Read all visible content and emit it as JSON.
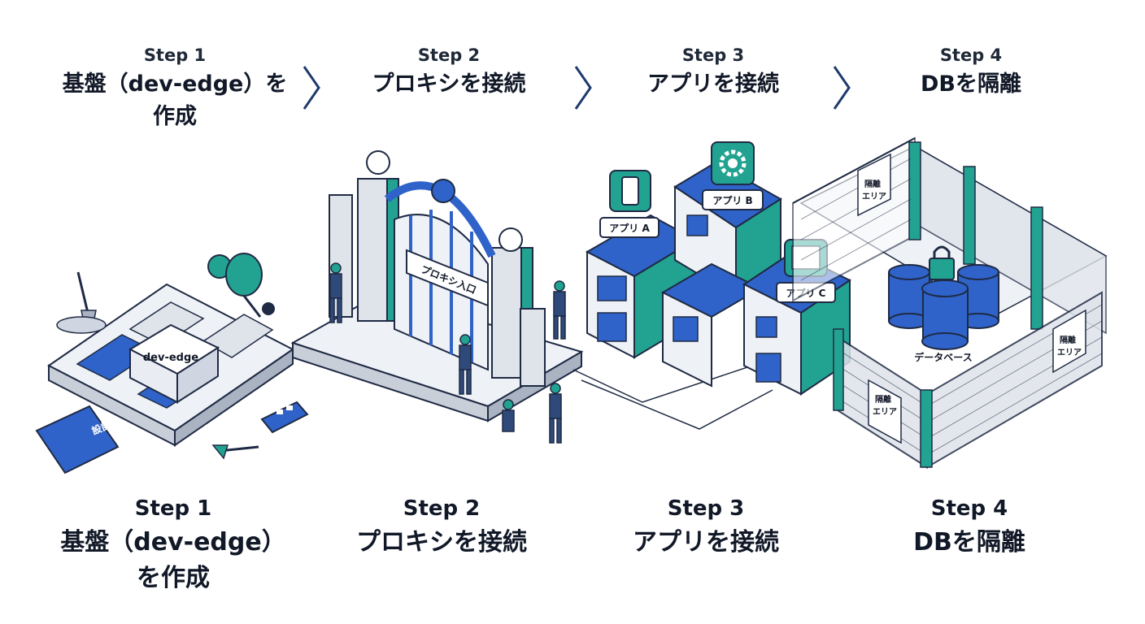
{
  "colors": {
    "blue": "#2f63c9",
    "teal": "#22a391",
    "navy": "#1e3a6e",
    "gray": "#dfe3ea",
    "line": "#1f2a44"
  },
  "top_steps": [
    {
      "label": "Step 1",
      "title_line1": "基盤（dev-edge）を",
      "title_line2": "作成"
    },
    {
      "label": "Step 2",
      "title_line1": "プロキシを接続",
      "title_line2": ""
    },
    {
      "label": "Step 3",
      "title_line1": "アプリを接続",
      "title_line2": ""
    },
    {
      "label": "Step 4",
      "title_line1": "DBを隔離",
      "title_line2": ""
    }
  ],
  "bottom_steps": [
    {
      "label": "Step 1",
      "title_line1": "基盤（dev-edge）",
      "title_line2": "を作成"
    },
    {
      "label": "Step 2",
      "title_line1": "プロキシを接続",
      "title_line2": ""
    },
    {
      "label": "Step 3",
      "title_line1": "アプリを接続",
      "title_line2": ""
    },
    {
      "label": "Step 4",
      "title_line1": "DBを隔離",
      "title_line2": ""
    }
  ],
  "illustration": {
    "foundation_label": "dev-edge",
    "blueprint_label": "設計図",
    "gate_sign": "プロキシ入口",
    "app_a": "アプリ A",
    "app_b": "アプリ B",
    "app_c": "アプリ C",
    "database_label": "データベース",
    "isolation_sign_l1": "隔離",
    "isolation_sign_l2": "エリア"
  }
}
